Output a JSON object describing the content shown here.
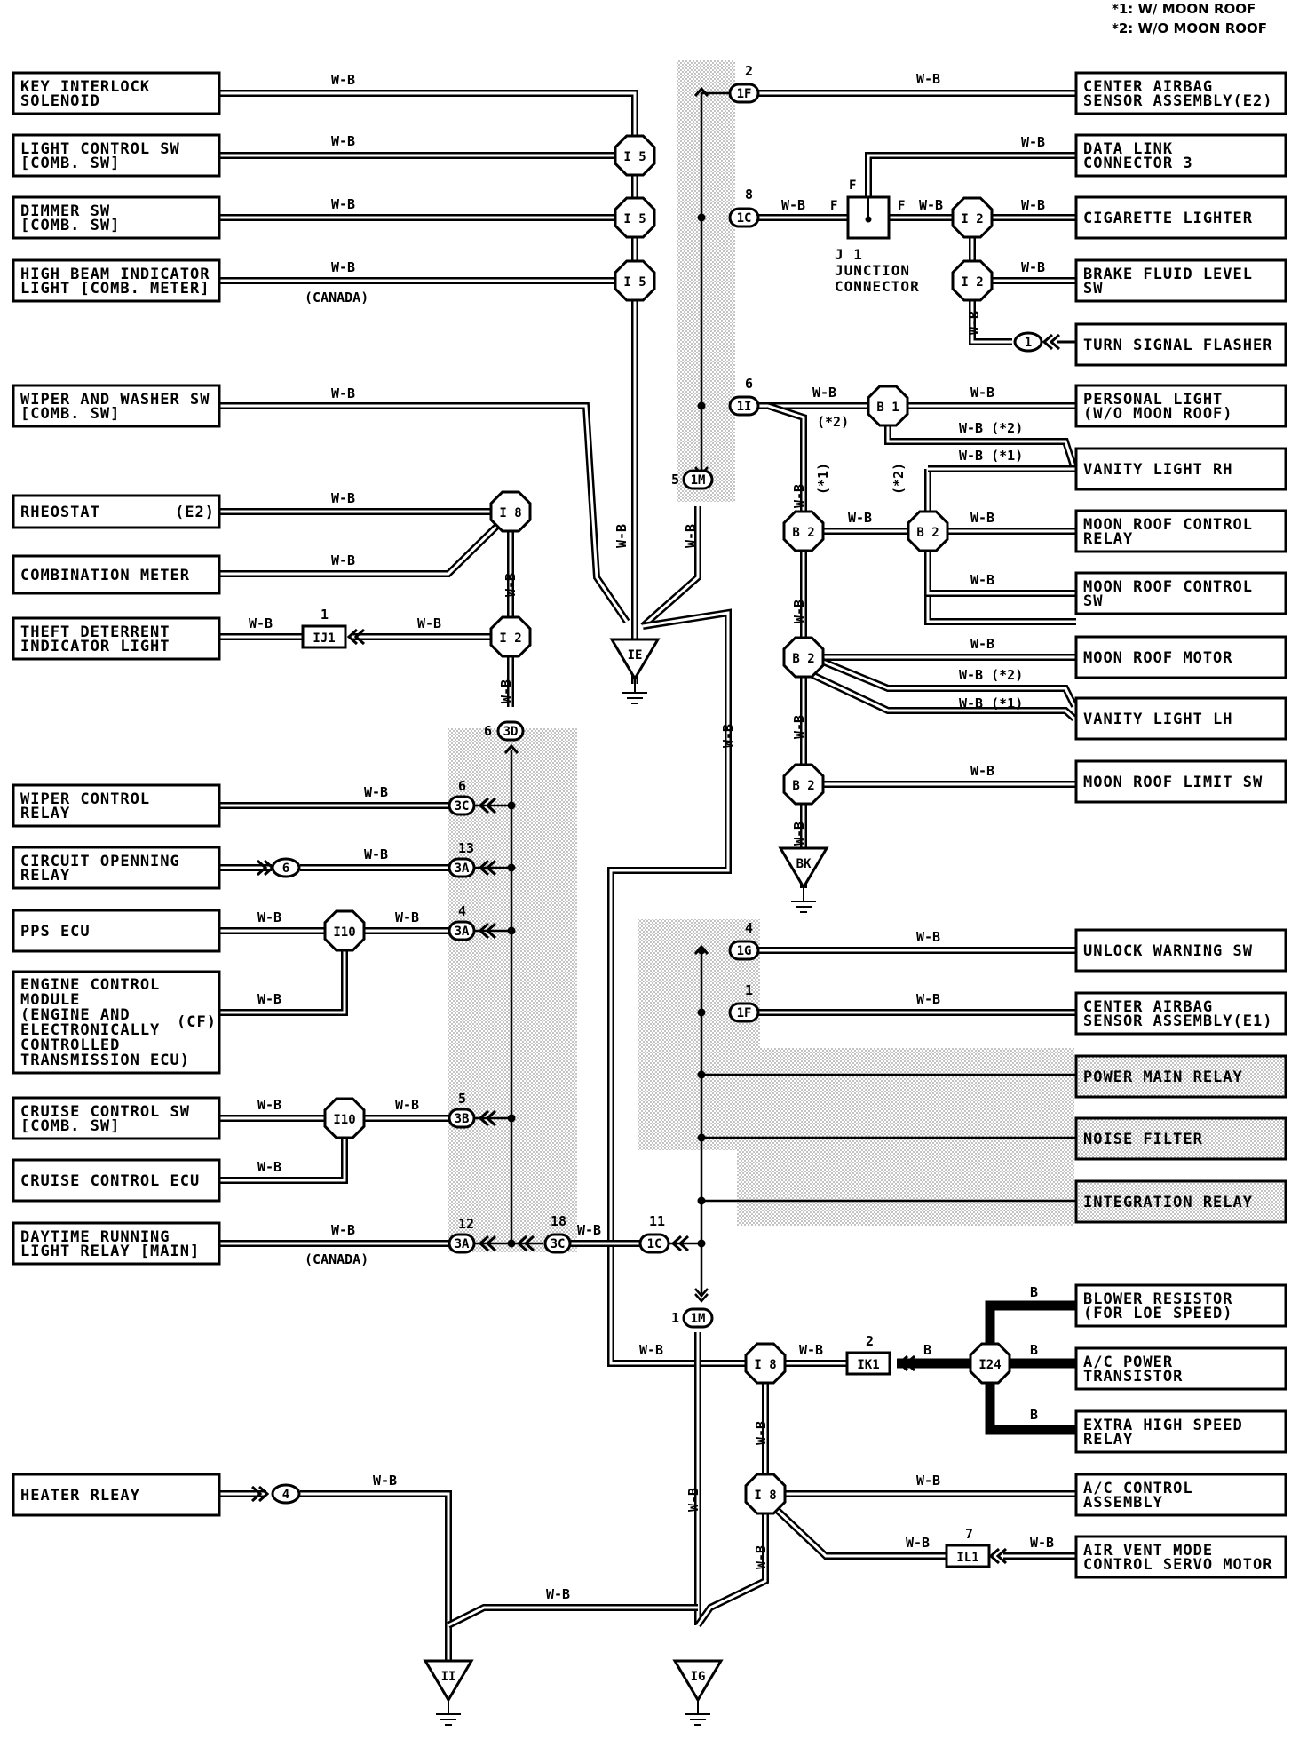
{
  "notes": [
    "*1: W/ MOON ROOF",
    "*2: W/O MOON ROOF"
  ],
  "left_components": [
    [
      "KEY INTERLOCK",
      "SOLENOID"
    ],
    [
      "LIGHT CONTROL SW",
      "[COMB. SW]"
    ],
    [
      "DIMMER SW",
      "[COMB. SW]"
    ],
    [
      "HIGH BEAM INDICATOR",
      "LIGHT [COMB. METER]"
    ],
    [
      "WIPER AND WASHER SW",
      "[COMB. SW]"
    ],
    [
      "RHEOSTAT",
      "(E2)"
    ],
    [
      "COMBINATION METER"
    ],
    [
      "THEFT DETERRENT",
      "INDICATOR LIGHT"
    ],
    [
      "WIPER CONTROL",
      "RELAY"
    ],
    [
      "CIRCUIT OPENNING",
      "RELAY"
    ],
    [
      "PPS ECU"
    ],
    [
      "ENGINE CONTROL",
      "MODULE",
      "(ENGINE AND",
      "ELECTRONICALLY",
      "CONTROLLED",
      "TRANSMISSION ECU)",
      "(CF)"
    ],
    [
      "CRUISE CONTROL SW",
      "[COMB. SW]"
    ],
    [
      "CRUISE CONTROL ECU"
    ],
    [
      "DAYTIME RUNNING",
      "LIGHT RELAY [MAIN]"
    ],
    [
      "HEATER RLEAY"
    ]
  ],
  "right_components": [
    [
      "CENTER AIRBAG",
      "SENSOR ASSEMBLY(E2)"
    ],
    [
      "DATA LINK",
      "CONNECTOR 3"
    ],
    [
      "CIGARETTE LIGHTER"
    ],
    [
      "BRAKE FLUID LEVEL",
      "SW"
    ],
    [
      "TURN SIGNAL FLASHER"
    ],
    [
      "PERSONAL LIGHT",
      "(W/O MOON ROOF)"
    ],
    [
      "VANITY LIGHT RH"
    ],
    [
      "MOON ROOF CONTROL",
      "RELAY"
    ],
    [
      "MOON ROOF CONTROL",
      "SW"
    ],
    [
      "MOON ROOF MOTOR"
    ],
    [
      "VANITY LIGHT LH"
    ],
    [
      "MOON ROOF LIMIT SW"
    ],
    [
      "UNLOCK WARNING SW"
    ],
    [
      "CENTER AIRBAG",
      "SENSOR ASSEMBLY(E1)"
    ],
    [
      "POWER MAIN RELAY"
    ],
    [
      "NOISE FILTER"
    ],
    [
      "INTEGRATION RELAY"
    ],
    [
      "BLOWER RESISTOR",
      "(FOR LOE SPEED)"
    ],
    [
      "A/C POWER",
      "TRANSISTOR"
    ],
    [
      "EXTRA HIGH SPEED",
      "RELAY"
    ],
    [
      "A/C CONTROL",
      "ASSEMBLY"
    ],
    [
      "AIR VENT MODE",
      "CONTROL SERVO MOTOR"
    ]
  ],
  "junction": {
    "code": "J 1",
    "name": [
      "JUNCTION",
      "CONNECTOR"
    ],
    "pin": "F"
  },
  "wire_colors": {
    "wb": "W-B",
    "b": "B"
  },
  "canada": "(CANADA)",
  "wire_notes": [
    "(*1)",
    "(*2)",
    "W-B (*1)",
    "W-B (*2)"
  ],
  "splices": {
    "I5": "I 5",
    "I8": "I 8",
    "I2": "I 2",
    "I10": "I10",
    "B1": "B 1",
    "B2": "B 2",
    "I24": "I24"
  },
  "connectors": {
    "1F": "1F",
    "1C": "1C",
    "1I": "1I",
    "1M": "1M",
    "1G": "1G",
    "3D": "3D",
    "3C": "3C",
    "3A": "3A",
    "3B": "3B",
    "IJ1": "IJ1",
    "IK1": "IK1",
    "IL1": "IL1"
  },
  "pins": {
    "p1": "1",
    "p2": "2",
    "p4": "4",
    "p5": "5",
    "p6": "6",
    "p7": "7",
    "p8": "8",
    "p11": "11",
    "p12": "12",
    "p13": "13",
    "p18": "18"
  },
  "grounds": [
    "IE",
    "BK",
    "II",
    "IG"
  ],
  "colors": {
    "line": "#000000",
    "shade": "#b8b8b8",
    "box_shaded": "#d4d4d4"
  }
}
